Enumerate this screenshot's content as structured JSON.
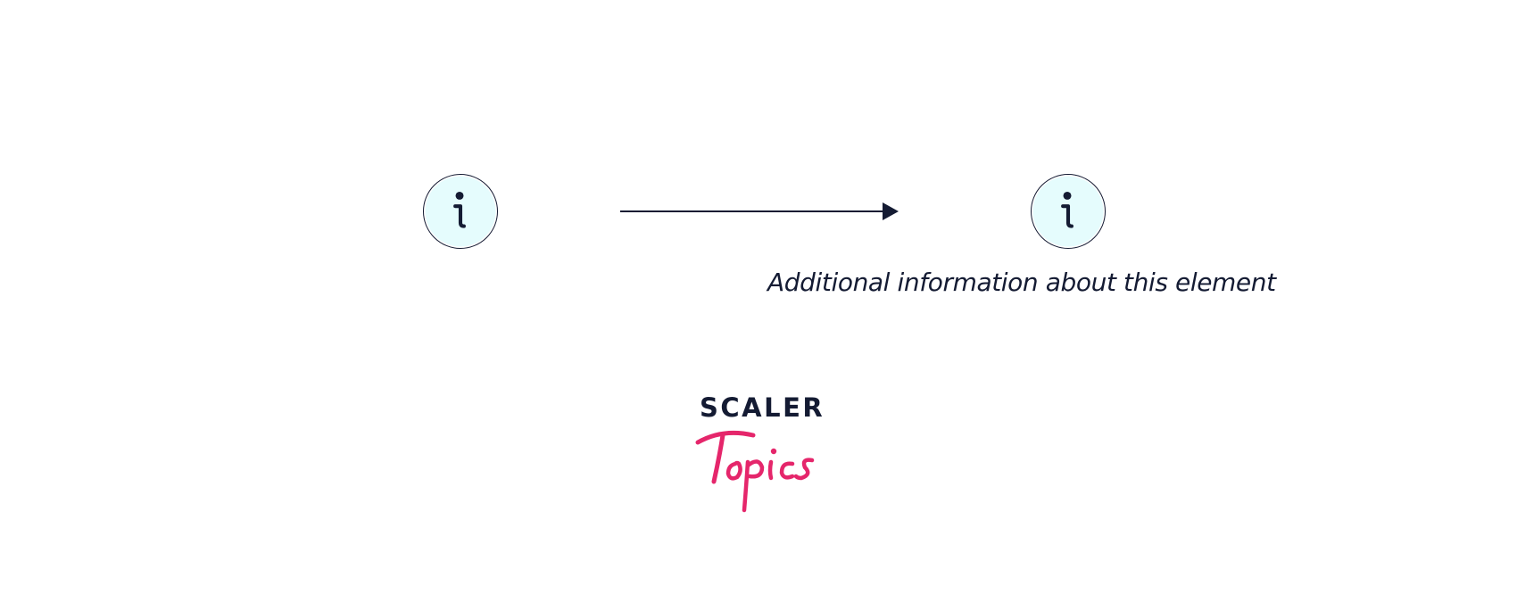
{
  "diagram": {
    "description_text": "Additional information about this element",
    "icons": [
      {
        "name": "info-icon",
        "state": "before"
      },
      {
        "name": "info-icon",
        "state": "after"
      }
    ],
    "arrow": {
      "direction": "right"
    }
  },
  "logo": {
    "word": "SCALER",
    "script": "Topics",
    "colors": {
      "word": "#141b33",
      "script": "#e5266b"
    }
  },
  "colors": {
    "icon_fill": "#e5fcfd",
    "icon_stroke": "#141b33",
    "arrow": "#141b33",
    "text": "#141b33"
  }
}
